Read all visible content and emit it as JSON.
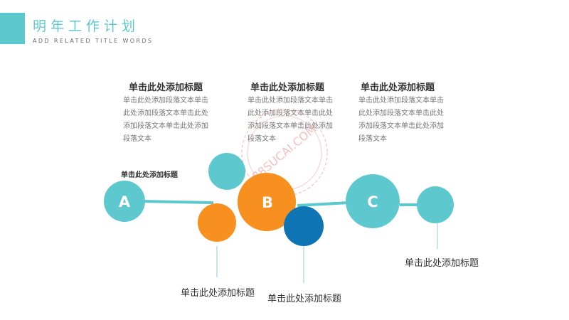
{
  "header": {
    "title": "明年工作计划",
    "subtitle": "ADD RELATED TITLE WORDS"
  },
  "columns": [
    {
      "title": "单击此处添加标题",
      "body": "单击此处添加段落文本单击此处添加段落文本单击此处添加段落文本单击此处添加段落文本"
    },
    {
      "title": "单击此处添加标题",
      "body": "单击此处添加段落文本单击此处添加段落文本单击此处添加段落文本单击此处添加段落文本"
    },
    {
      "title": "单击此处添加标题",
      "body": "单击此处添加段落文本单击此处添加段落文本单击此处添加段落文本单击此处添加段落文本"
    }
  ],
  "nodes": {
    "a": "A",
    "b": "B",
    "c": "C"
  },
  "labels": {
    "small_left": "单击此处添加标题",
    "orange": "单击此处添加标题",
    "blue": "单击此处添加标题",
    "right": "单击此处添加标题"
  },
  "watermark": "88SUCAI.COM",
  "colors": {
    "teal": "#5ec8cf",
    "orange": "#f7901e",
    "blue": "#0f74b4"
  }
}
